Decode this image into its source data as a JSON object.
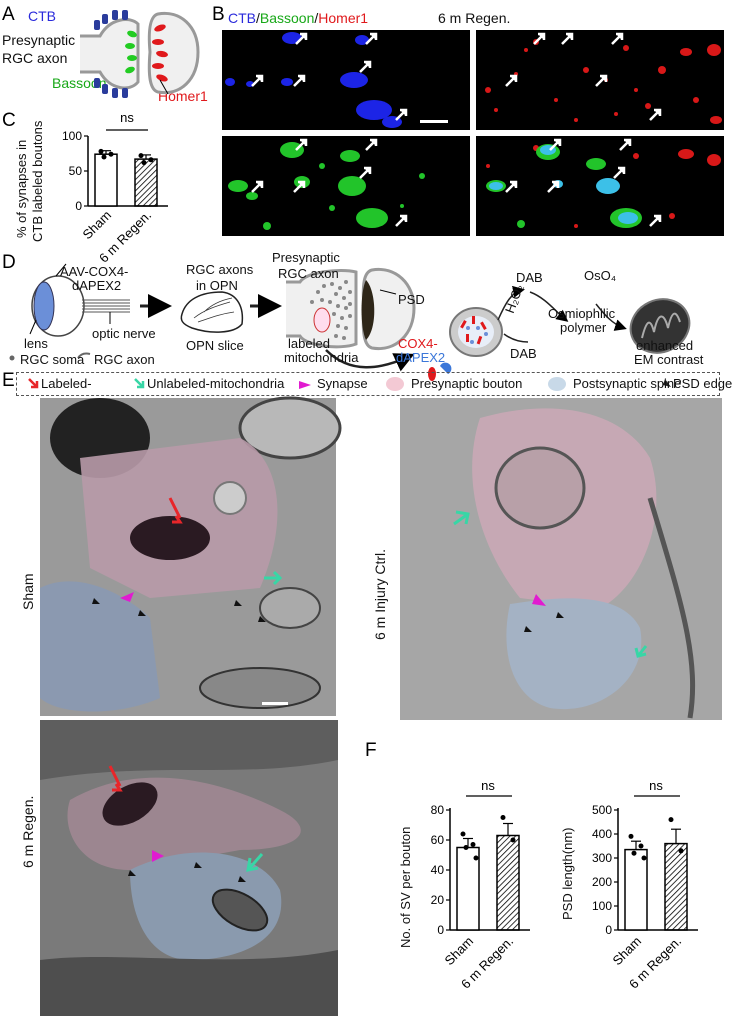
{
  "panels": {
    "a": "A",
    "b": "B",
    "c": "C",
    "d": "D",
    "e": "E",
    "f": "F"
  },
  "panelA": {
    "ctb": "CTB",
    "presyn_line1": "Presynaptic",
    "presyn_line2": "RGC axon",
    "bassoon": "Bassoon",
    "homer1": "Homer1"
  },
  "panelB": {
    "ch1": "CTB",
    "sep1": "/",
    "ch2": "Bassoon",
    "sep2": "/",
    "ch3": "Homer1",
    "condition": "6 m Regen."
  },
  "panelC": {
    "ylabel_line1": "% of synapses in",
    "ylabel_line2": "CTB labeled boutons",
    "ns": "ns",
    "yticks": [
      "0",
      "50",
      "100"
    ],
    "categories": [
      "Sham",
      "6 m Regen."
    ]
  },
  "panelD": {
    "aav_line1": "AAV-COX4-",
    "aav_line2": "dAPEX2",
    "lens": "lens",
    "optic_nerve": "optic nerve",
    "rgc_soma": "RGC soma",
    "rgc_axon": "RGC axon",
    "axons_line1": "RGC axons",
    "axons_line2": "in OPN",
    "opn_slice": "OPN slice",
    "presyn_line1": "Presynaptic",
    "presyn_line2": "RGC axon",
    "psd": "PSD",
    "labeled_line1": "labeled",
    "labeled_line2": "mitochondria",
    "cox4": "COX4-",
    "dapex2": "dAPEX2",
    "dab_star": "DAB",
    "h2o2": "H₂O₂",
    "dab": "DAB",
    "oso4": "OsO₄",
    "osmio_line1": "Osmiophilic",
    "osmio_line2": "polymer",
    "contrast_line1": "enhanced",
    "contrast_line2": "EM contrast"
  },
  "panelE": {
    "legend": {
      "labeled": "Labeled-",
      "unlabeled": "Unlabeled-mitochondria",
      "synapse": "Synapse",
      "bouton": "Presynaptic bouton",
      "spine": "Postsynaptic spine",
      "psd_edge": "PSD edge"
    },
    "sham": "Sham",
    "injury": "6 m Injury Ctrl.",
    "regen": "6 m Regen."
  },
  "panelF": {
    "sv_ylabel": "No. of SV per bouton",
    "sv_yticks": [
      "0",
      "20",
      "40",
      "60",
      "80"
    ],
    "psd_ylabel": "PSD length(nm)",
    "psd_yticks": [
      "0",
      "100",
      "200",
      "300",
      "400",
      "500"
    ],
    "ns": "ns",
    "categories": [
      "Sham",
      "6 m Regen."
    ]
  },
  "colors": {
    "ctb": "#2a2adb",
    "bassoon": "#18a818",
    "homer1": "#e0191c",
    "labeled_arrow": "#e8262a",
    "unlabeled_arrow": "#38d6a6",
    "synapse_arrow": "#e11bd0",
    "bouton_fill": "#f3c9d4",
    "spine_fill": "#c8d9e8"
  },
  "chart_data": [
    {
      "type": "bar",
      "categories": [
        "Sham",
        "6 m Regen."
      ],
      "values": [
        74,
        67
      ],
      "ylim": [
        0,
        100
      ],
      "ylabel": "% of synapses in CTB labeled boutons",
      "annotation": "ns",
      "points": [
        [
          78,
          74,
          70
        ],
        [
          72,
          66,
          62
        ]
      ],
      "err": [
        5,
        6
      ]
    },
    {
      "type": "bar",
      "categories": [
        "Sham",
        "6 m Regen."
      ],
      "values": [
        55,
        63
      ],
      "ylim": [
        0,
        80
      ],
      "ylabel": "No. of SV per bouton",
      "annotation": "ns",
      "points": [
        [
          64,
          57,
          55,
          48
        ],
        [
          75,
          60
        ]
      ],
      "err": [
        6,
        8
      ]
    },
    {
      "type": "bar",
      "categories": [
        "Sham",
        "6 m Regen."
      ],
      "values": [
        335,
        360
      ],
      "ylim": [
        0,
        500
      ],
      "ylabel": "PSD length(nm)",
      "annotation": "ns",
      "points": [
        [
          390,
          350,
          320,
          300
        ],
        [
          460,
          330
        ]
      ],
      "err": [
        35,
        60
      ]
    }
  ]
}
